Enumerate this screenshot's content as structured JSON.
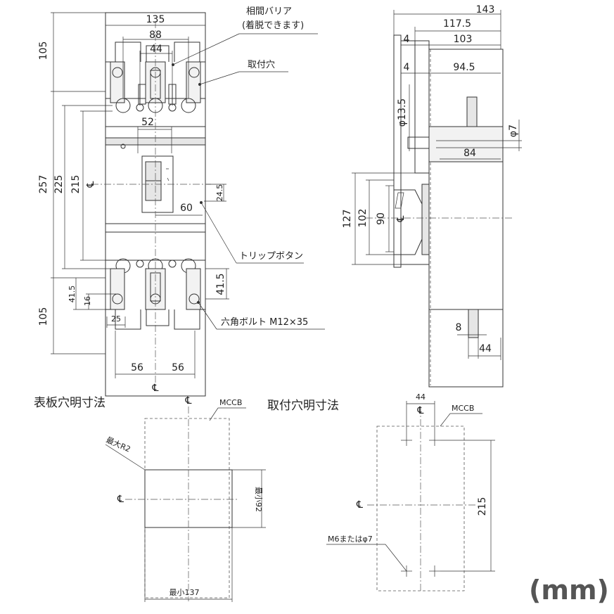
{
  "front": {
    "dims": {
      "w135": "135",
      "w88": "88",
      "w44": "44",
      "w52": "52",
      "w60": "60",
      "h105a": "105",
      "h257": "257",
      "h225": "225",
      "h215": "215",
      "h24_5": "24.5",
      "h41_5l": "41.5",
      "h16": "16",
      "w25": "25",
      "h41_5r": "41.5",
      "h105b": "105",
      "w56a": "56",
      "w56b": "56"
    },
    "labels": {
      "barrier1": "相間バリア",
      "barrier2": "(着脱できます)",
      "mount_hole": "取付穴",
      "trip_button": "トリップボタン",
      "hex_bolt": "六角ボルト M12×35",
      "cl": "℄"
    }
  },
  "side": {
    "dims": {
      "top_partial": "143",
      "w117_5": "117.5",
      "w103": "103",
      "w4a": "4",
      "w4b": "4",
      "w94_5": "94.5",
      "d13_5": "φ13.5",
      "d7": "φ7",
      "w84": "84",
      "h127": "127",
      "h102": "102",
      "h90": "90",
      "w8": "8",
      "w44": "44"
    },
    "labels": {
      "cl": "℄"
    }
  },
  "panel_cut": {
    "title": "表板穴明寸法",
    "mccb": "MCCB",
    "r2": "最大R2",
    "min92": "最小92",
    "min137": "最小137",
    "cl_top": "℄",
    "cl_left": "℄"
  },
  "mount_drill": {
    "title": "取付穴明寸法",
    "w44": "44",
    "mccb": "MCCB",
    "h215": "215",
    "m6": "M6またはφ7",
    "cl_top": "℄",
    "cl_left": "℄"
  },
  "unit": "(mm)"
}
